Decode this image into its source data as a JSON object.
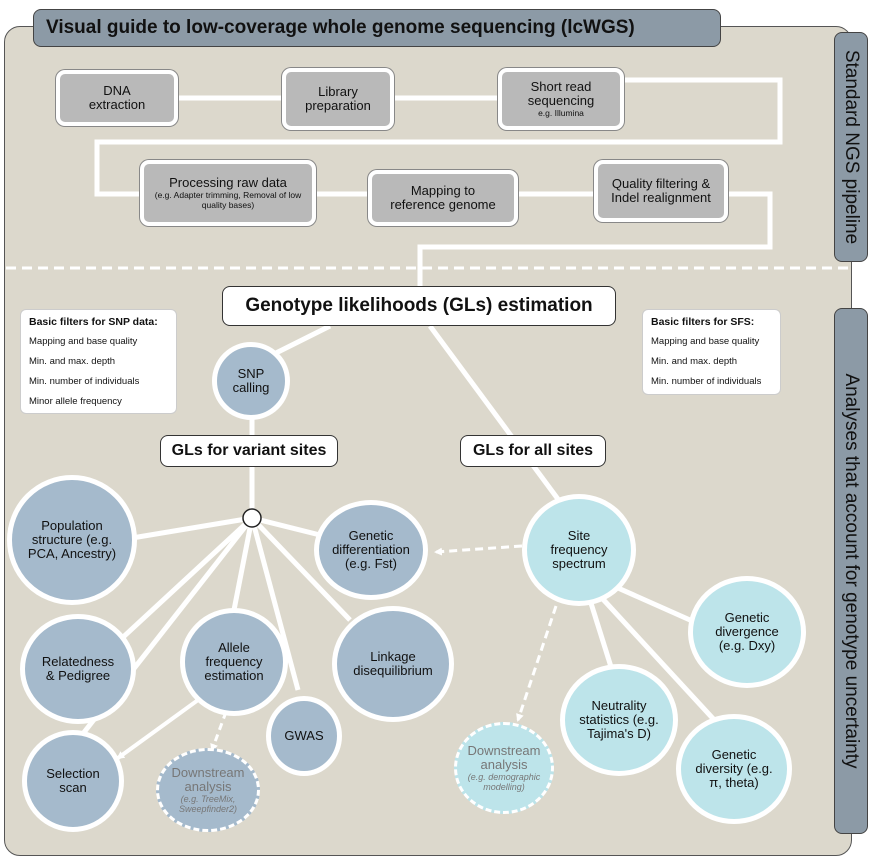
{
  "title": "Visual guide to low-coverage whole genome sequencing (lcWGS)",
  "side_labels": {
    "top": "Standard NGS pipeline",
    "bottom": "Analyses that account for genotype uncertainty"
  },
  "pipeline": {
    "dna": "DNA extraction",
    "library": "Library preparation",
    "short_read": "Short read sequencing",
    "short_read_sub": "e.g. Illumina",
    "processing": "Processing raw data",
    "processing_sub": "(e.g. Adapter trimming, Removal of low quality bases)",
    "mapping": "Mapping to reference genome",
    "quality": "Quality filtering & Indel realignment"
  },
  "gl_estimation": "Genotype likelihoods (GLs) estimation",
  "snp_filters": {
    "title": "Basic filters for SNP data:",
    "items": [
      "Mapping and base quality",
      "Min. and max. depth",
      "Min. number of individuals",
      "Minor allele frequency"
    ]
  },
  "sfs_filters": {
    "title": "Basic filters for SFS:",
    "items": [
      "Mapping and base quality",
      "Min. and max. depth",
      "Min. number of individuals"
    ]
  },
  "snp_calling": "SNP calling",
  "variant_sites": "GLs for variant sites",
  "all_sites": "GLs for all sites",
  "nodes": {
    "population_structure": "Population structure (e.g. PCA, Ancestry)",
    "genetic_differentiation": "Genetic differentiation (e.g. Fst)",
    "relatedness": "Relatedness & Pedigree",
    "allele_frequency": "Allele frequency estimation",
    "linkage": "Linkage disequilibrium",
    "gwas": "GWAS",
    "selection_scan": "Selection scan",
    "downstream_left": "Downstream analysis",
    "downstream_left_sub": "(e.g. TreeMix, Sweepfinder2)",
    "site_frequency": "Site frequency spectrum",
    "genetic_divergence": "Genetic divergence (e.g. Dxy)",
    "neutrality": "Neutrality statistics (e.g. Tajima's D)",
    "genetic_diversity": "Genetic diversity (e.g. π, theta)",
    "downstream_right": "Downstream analysis",
    "downstream_right_sub": "(e.g. demographic modelling)"
  },
  "colors": {
    "panel": "#dcd8cc",
    "banner": "#8c9aa6",
    "step": "#b9b9b9",
    "node_blue": "#a5bacc",
    "node_cyan": "#bde4ea"
  }
}
